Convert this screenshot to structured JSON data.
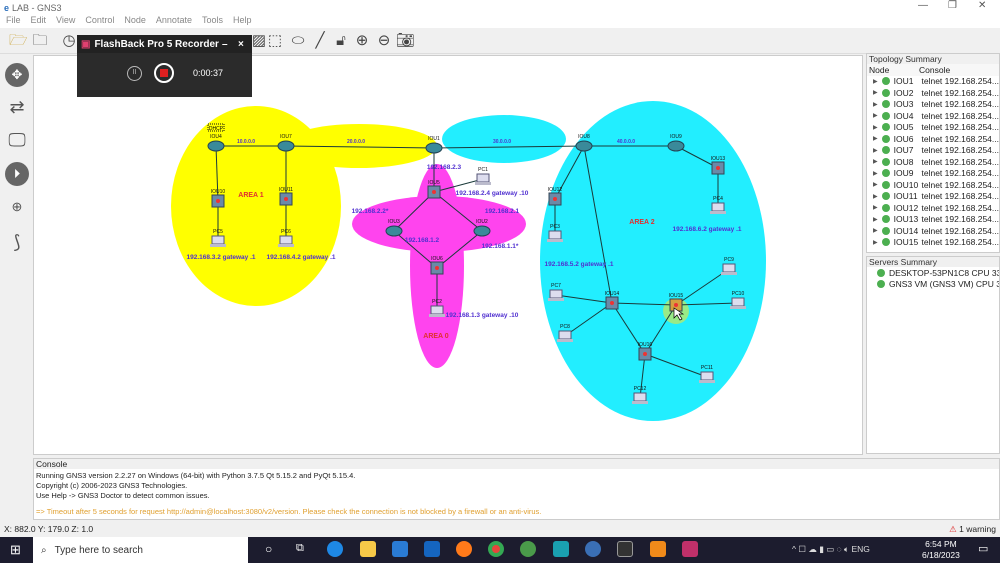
{
  "window": {
    "title": "LAB - GNS3"
  },
  "menu": [
    "File",
    "Edit",
    "View",
    "Control",
    "Node",
    "Annotate",
    "Tools",
    "Help"
  ],
  "recorder": {
    "title": "FlashBack Pro 5 Recorder",
    "time": "0:00:37",
    "minimize": "–",
    "close": "×"
  },
  "topology": {
    "areas": [
      {
        "label": "AREA 1",
        "color": "#ffff00"
      },
      {
        "label": "AREA 0",
        "color": "#ff44ee"
      },
      {
        "label": "AREA 2",
        "color": "#22eeff"
      }
    ],
    "nodes": [
      {
        "name": "IOU4",
        "type": "router",
        "tag": "DHCP"
      },
      {
        "name": "IOU7",
        "type": "router"
      },
      {
        "name": "IOU1",
        "type": "router"
      },
      {
        "name": "IOU8",
        "type": "router"
      },
      {
        "name": "IOU9",
        "type": "router"
      },
      {
        "name": "IOU10",
        "type": "switch"
      },
      {
        "name": "IOU11",
        "type": "switch"
      },
      {
        "name": "PC5",
        "type": "pc"
      },
      {
        "name": "PC6",
        "type": "pc"
      },
      {
        "name": "IOU5",
        "type": "switch"
      },
      {
        "name": "PC1",
        "type": "pc"
      },
      {
        "name": "IOU3",
        "type": "router"
      },
      {
        "name": "IOU2",
        "type": "router"
      },
      {
        "name": "IOU6",
        "type": "switch"
      },
      {
        "name": "PC2",
        "type": "pc"
      },
      {
        "name": "IOU12",
        "type": "switch"
      },
      {
        "name": "PC3",
        "type": "pc"
      },
      {
        "name": "IOU13",
        "type": "switch"
      },
      {
        "name": "PC4",
        "type": "pc"
      },
      {
        "name": "IOU14",
        "type": "switch"
      },
      {
        "name": "IOU15",
        "type": "switch"
      },
      {
        "name": "IOU16",
        "type": "switch"
      },
      {
        "name": "PC7",
        "type": "pc"
      },
      {
        "name": "PC8",
        "type": "pc"
      },
      {
        "name": "PC9",
        "type": "pc"
      },
      {
        "name": "PC10",
        "type": "pc"
      },
      {
        "name": "PC11",
        "type": "pc"
      },
      {
        "name": "PC12",
        "type": "pc"
      }
    ],
    "links": [
      [
        "IOU4",
        "IOU7"
      ],
      [
        "IOU7",
        "IOU1"
      ],
      [
        "IOU1",
        "IOU8"
      ],
      [
        "IOU8",
        "IOU9"
      ],
      [
        "IOU4",
        "IOU10"
      ],
      [
        "IOU10",
        "PC5"
      ],
      [
        "IOU7",
        "IOU11"
      ],
      [
        "IOU11",
        "PC6"
      ],
      [
        "IOU1",
        "IOU5"
      ],
      [
        "IOU5",
        "PC1"
      ],
      [
        "IOU5",
        "IOU3"
      ],
      [
        "IOU5",
        "IOU2"
      ],
      [
        "IOU3",
        "IOU6"
      ],
      [
        "IOU2",
        "IOU6"
      ],
      [
        "IOU6",
        "PC2"
      ],
      [
        "IOU8",
        "IOU12"
      ],
      [
        "IOU12",
        "PC3"
      ],
      [
        "IOU9",
        "IOU13"
      ],
      [
        "IOU13",
        "PC4"
      ],
      [
        "IOU8",
        "IOU14"
      ],
      [
        "IOU14",
        "IOU15"
      ],
      [
        "IOU14",
        "IOU16"
      ],
      [
        "IOU15",
        "IOU16"
      ],
      [
        "IOU14",
        "PC7"
      ],
      [
        "IOU14",
        "PC8"
      ],
      [
        "IOU15",
        "PC9"
      ],
      [
        "IOU15",
        "PC10"
      ],
      [
        "IOU16",
        "PC11"
      ],
      [
        "IOU16",
        "PC12"
      ]
    ],
    "labels": [
      "10.0.0.0",
      "20.0.0.0",
      "30.0.0.0",
      "40.0.0.0",
      "192.168.2.3",
      "192.168.2.4 gateway .10",
      "192.168.2.2*",
      "192.168.2.1",
      "192.168.1.2",
      "192.168.1.1*",
      "192.168.1.3 gateway .10",
      "192.168.3.2 gateway .1",
      "192.168.4.2 gateway .1",
      "192.168.5.2 gateway .1",
      "192.168.6.2 gateway .1"
    ]
  },
  "topology_summary": {
    "title": "Topology Summary",
    "col_node": "Node",
    "col_console": "Console",
    "rows": [
      {
        "node": "IOU1",
        "console": "telnet 192.168.254..."
      },
      {
        "node": "IOU2",
        "console": "telnet 192.168.254..."
      },
      {
        "node": "IOU3",
        "console": "telnet 192.168.254..."
      },
      {
        "node": "IOU4",
        "console": "telnet 192.168.254..."
      },
      {
        "node": "IOU5",
        "console": "telnet 192.168.254..."
      },
      {
        "node": "IOU6",
        "console": "telnet 192.168.254..."
      },
      {
        "node": "IOU7",
        "console": "telnet 192.168.254..."
      },
      {
        "node": "IOU8",
        "console": "telnet 192.168.254..."
      },
      {
        "node": "IOU9",
        "console": "telnet 192.168.254..."
      },
      {
        "node": "IOU10",
        "console": "telnet 192.168.254..."
      },
      {
        "node": "IOU11",
        "console": "telnet 192.168.254..."
      },
      {
        "node": "IOU12",
        "console": "telnet 192.168.254..."
      },
      {
        "node": "IOU13",
        "console": "telnet 192.168.254..."
      },
      {
        "node": "IOU14",
        "console": "telnet 192.168.254..."
      },
      {
        "node": "IOU15",
        "console": "telnet 192.168.254..."
      }
    ]
  },
  "servers_summary": {
    "title": "Servers Summary",
    "rows": [
      "DESKTOP-53PN1C8 CPU 33...",
      "GNS3 VM (GNS3 VM) CPU 3..."
    ]
  },
  "console": {
    "title": "Console",
    "lines": [
      "Running GNS3 version 2.2.27 on Windows (64-bit) with Python 3.7.5 Qt 5.15.2 and PyQt 5.15.4.",
      "Copyright (c) 2006-2023 GNS3 Technologies.",
      "Use Help -> GNS3 Doctor to detect common issues."
    ],
    "warning": "=> Timeout after 5 seconds for request http://admin@localhost:3080/v2/version. Please check the connection is not blocked by a firewall or an anti-virus."
  },
  "status": {
    "coords": "X: 882.0 Y: 179.0 Z: 1.0",
    "warnings": "1 warning"
  },
  "taskbar": {
    "search_placeholder": "Type here to search",
    "time": "6:54 PM",
    "date": "6/18/2023",
    "lang": "ENG"
  }
}
